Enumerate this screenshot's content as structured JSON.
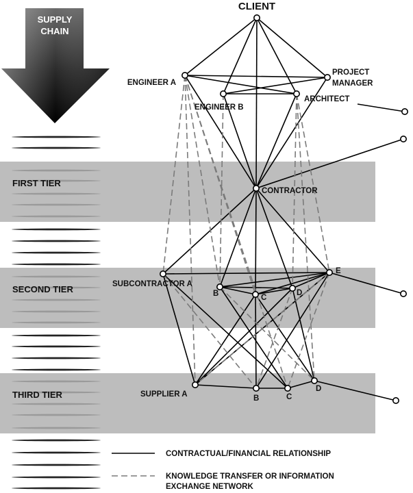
{
  "title": "CLIENT",
  "arrow": {
    "line1": "SUPPLY",
    "line2": "CHAIN"
  },
  "tiers": [
    "FIRST TIER",
    "SECOND TIER",
    "THIRD TIER"
  ],
  "nodes": {
    "client": "",
    "engineer_a": "ENGINEER A",
    "engineer_b": "ENGINEER B",
    "project_manager_1": "PROJECT",
    "project_manager_2": "MANAGER",
    "architect": "ARCHITECT",
    "contractor": "CONTRACTOR",
    "subcontractor_a": "SUBCONTRACTOR A",
    "sub_b": "B",
    "sub_c": "C",
    "sub_d": "D",
    "sub_e": "E",
    "supplier_a": "SUPPLIER A",
    "sup_b": "B",
    "sup_c": "C",
    "sup_d": "D"
  },
  "legend": {
    "solid": "CONTRACTUAL/FINANCIAL RELATIONSHIP",
    "dashed_line1": "KNOWLEDGE TRANSFER OR INFORMATION",
    "dashed_line2": "EXCHANGE NETWORK"
  },
  "colors": {
    "band": "#bdbdbd",
    "line": "#000000",
    "dashed": "#7a7a7a"
  }
}
